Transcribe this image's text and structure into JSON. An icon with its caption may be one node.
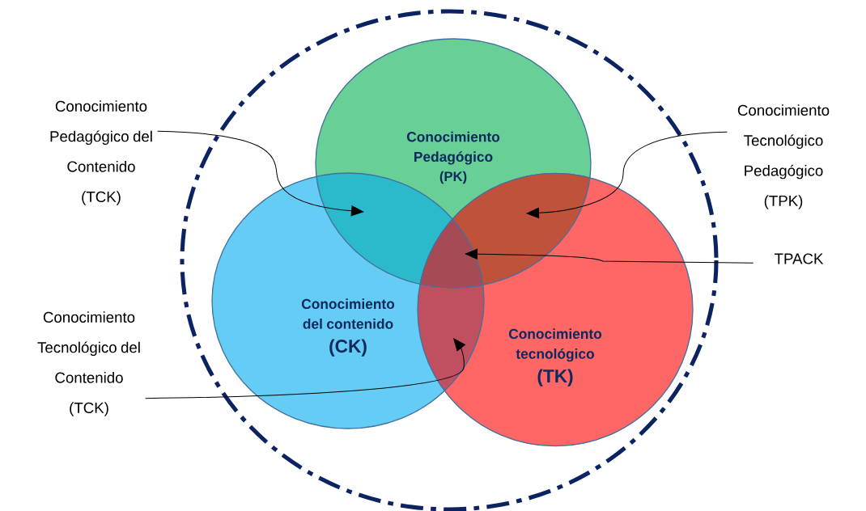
{
  "diagram": {
    "nodes": [
      {
        "text": [
          "Conocimiento Pedagógico",
          "(PK)"
        ]
      },
      {
        "text": [
          "Conocimiento del contenido",
          "(CK)"
        ]
      },
      {
        "text": [
          "Conocimiento tecnológico",
          "(TK)"
        ]
      },
      {
        "text": [
          "Conocimiento Pedagógico del Contenido (TCK)"
        ]
      },
      {
        "text": [
          "Conocimiento Tecnológico Pedagógico (TPK)"
        ]
      },
      {
        "text": [
          "TPACK"
        ]
      },
      {
        "text": [
          "Conocimiento Tecnológico del Contenido (TCK)"
        ]
      }
    ],
    "edges": [
      {
        "from": 3,
        "to": 0,
        "arrow": "to"
      },
      {
        "from": 4,
        "to": 0,
        "arrow": "to"
      },
      {
        "from": 5,
        "to": 0,
        "arrow": "to"
      },
      {
        "from": 6,
        "to": 1,
        "arrow": "to"
      }
    ]
  }
}
